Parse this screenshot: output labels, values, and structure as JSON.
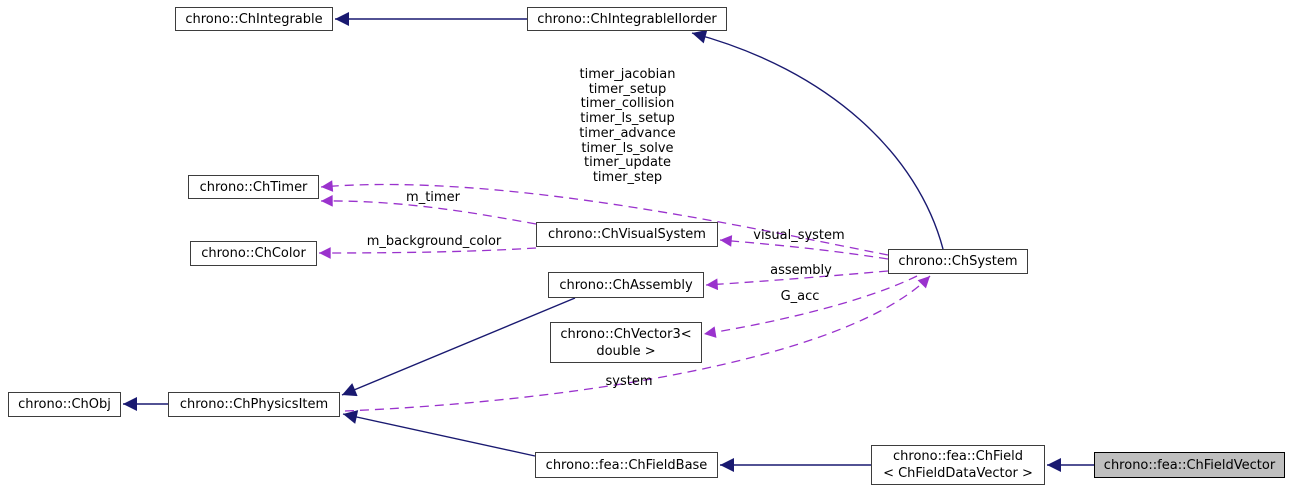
{
  "diagram": {
    "type": "doxygen-collaboration-graph",
    "nodes": {
      "chintegrable": {
        "label": "chrono::ChIntegrable"
      },
      "chintegrableiiorder": {
        "label": "chrono::ChIntegrableIIorder"
      },
      "chtimer": {
        "label": "chrono::ChTimer"
      },
      "chcolor": {
        "label": "chrono::ChColor"
      },
      "chvisualsystem": {
        "label": "chrono::ChVisualSystem"
      },
      "chassembly": {
        "label": "chrono::ChAssembly"
      },
      "chsystem": {
        "label": "chrono::ChSystem"
      },
      "chvector3": {
        "label": "chrono::ChVector3<\ndouble >"
      },
      "chobj": {
        "label": "chrono::ChObj"
      },
      "chphysicsitem": {
        "label": "chrono::ChPhysicsItem"
      },
      "chfieldbase": {
        "label": "chrono::fea::ChFieldBase"
      },
      "chfield": {
        "label": "chrono::fea::ChField\n< ChFieldDataVector >"
      },
      "chfieldvector": {
        "label": "chrono::fea::ChFieldVector",
        "highlighted": true
      }
    },
    "edge_labels": {
      "timers": "timer_jacobian\ntimer_setup\ntimer_collision\ntimer_ls_setup\ntimer_advance\ntimer_ls_solve\ntimer_update\ntimer_step",
      "m_timer": "m_timer",
      "m_background_color": "m_background_color",
      "visual_system": "visual_system",
      "assembly": "assembly",
      "g_acc": "G_acc",
      "system": "system"
    },
    "colors": {
      "inheritance_edge": "#191970",
      "usage_edge": "#9a32cd",
      "node_border": "#3d3d3d",
      "highlight_fill": "#bfbfbf",
      "node_fill": "#ffffff",
      "background": "#ffffff"
    }
  }
}
